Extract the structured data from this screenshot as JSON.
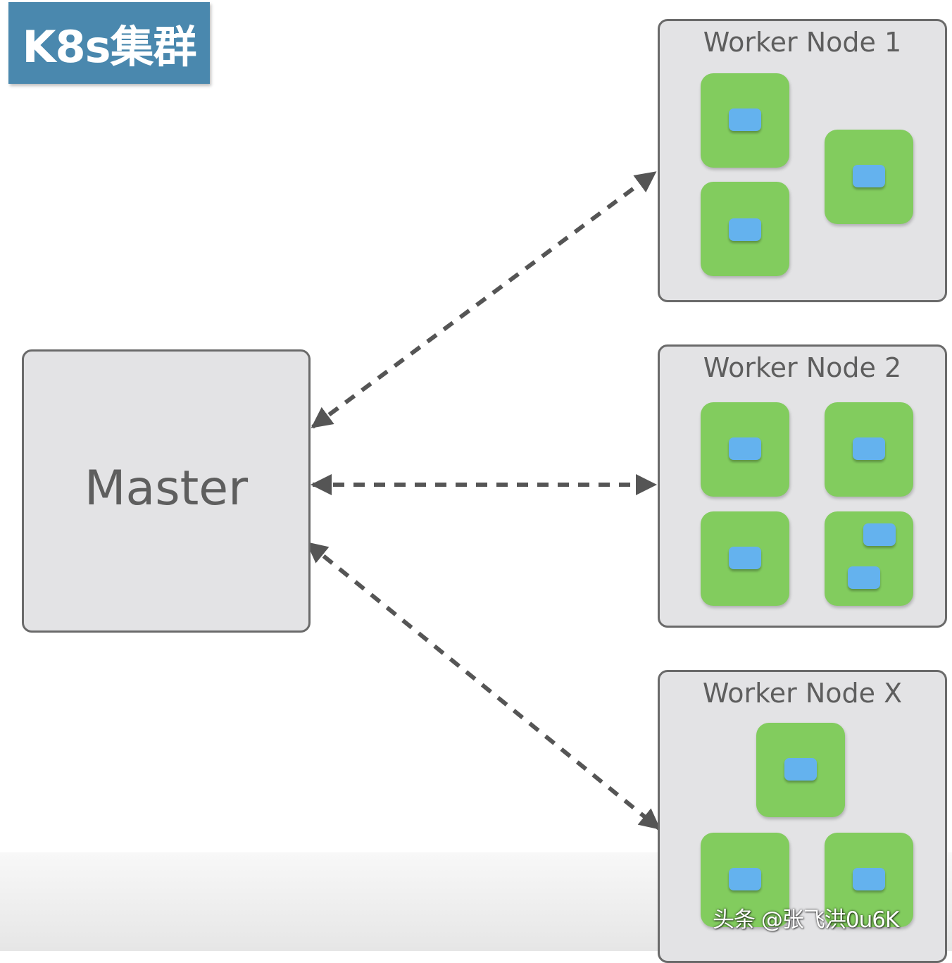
{
  "title": "K8s集群",
  "master": {
    "label": "Master"
  },
  "nodes": [
    {
      "label": "Worker Node 1",
      "pods": 3
    },
    {
      "label": "Worker Node 2",
      "pods": 4
    },
    {
      "label": "Worker Node X",
      "pods": 3
    }
  ],
  "watermark": "头条 @张飞洪0u6K",
  "colors": {
    "title_background": "#4a88ae",
    "box_background": "#e3e3e5",
    "box_border": "#6a6a6a",
    "pod": "#82cc5e",
    "container": "#64b2ee",
    "arrow": "#555555"
  }
}
